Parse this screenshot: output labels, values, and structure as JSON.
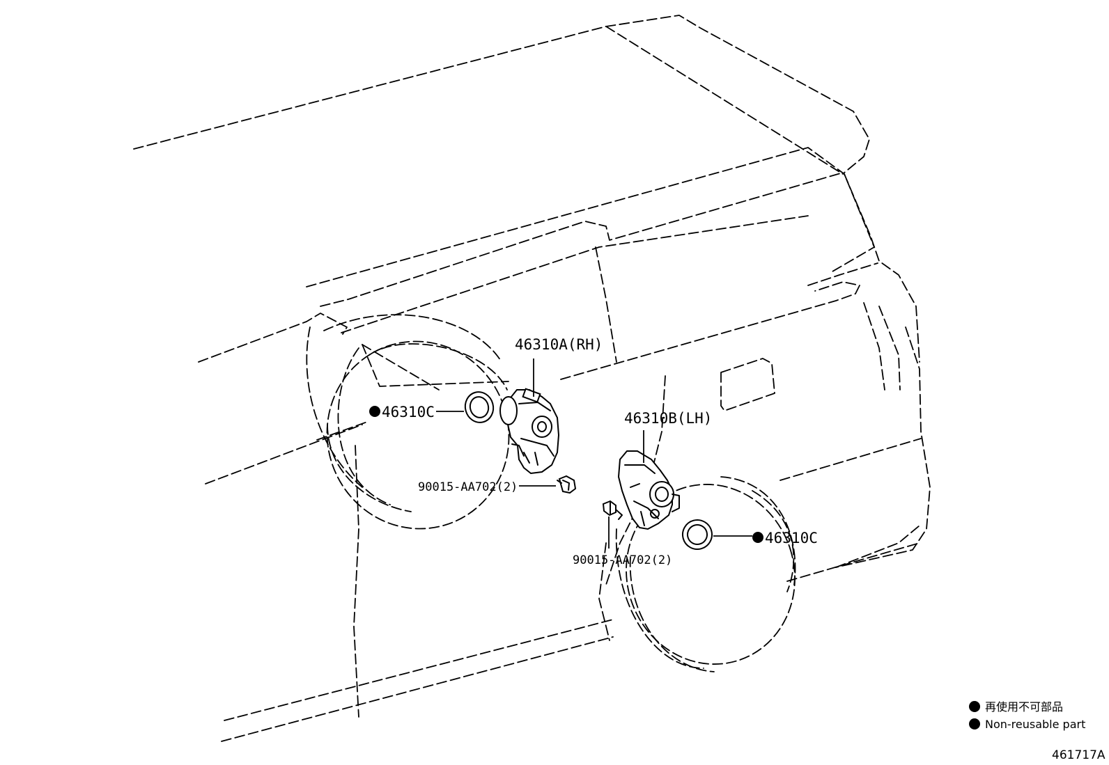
{
  "callouts": {
    "actuator_rh": "46310A(RH)",
    "actuator_lh": "46310B(LH)",
    "seal_left": "46310C",
    "seal_right": "46310C",
    "bolt_upper": "90015-AA702(2)",
    "bolt_lower": "90015-AA702(2)"
  },
  "legend": {
    "line_jp": "再使用不可部品",
    "line_en": "Non-reusable part"
  },
  "figure_id": "461717A",
  "colors": {
    "ink": "#000000",
    "paper": "#ffffff"
  }
}
